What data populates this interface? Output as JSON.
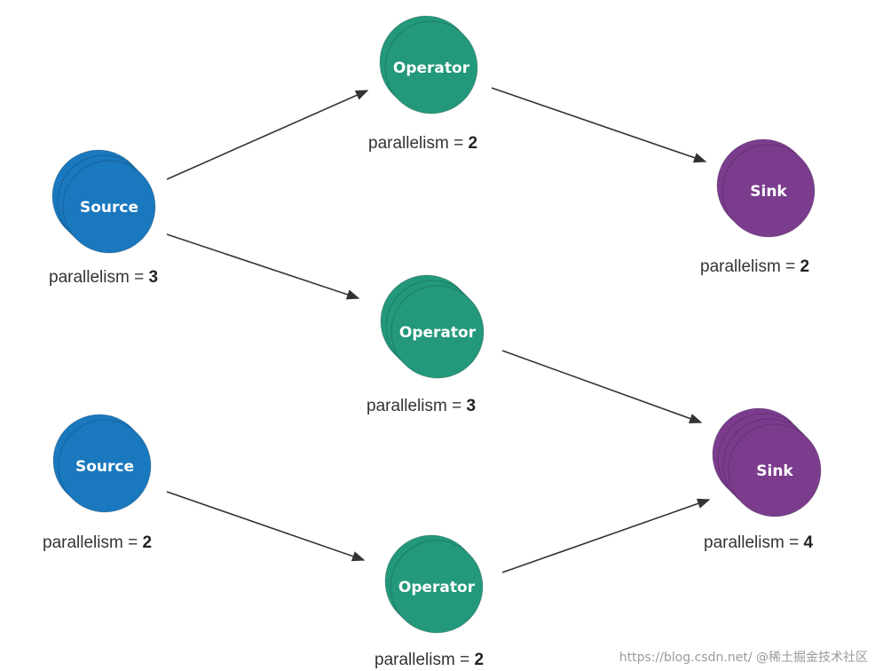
{
  "colors": {
    "source": "#1a78be",
    "operator": "#23987a",
    "sink": "#7b3c8e",
    "arrow": "#333333"
  },
  "nodes": [
    {
      "id": "source-1",
      "kind": "source",
      "label": "Source",
      "parallelism_text": "parallelism = ",
      "parallelism": "3"
    },
    {
      "id": "operator-1",
      "kind": "operator",
      "label": "Operator",
      "parallelism_text": "parallelism = ",
      "parallelism": "2"
    },
    {
      "id": "operator-2",
      "kind": "operator",
      "label": "Operator",
      "parallelism_text": "parallelism = ",
      "parallelism": "3"
    },
    {
      "id": "sink-1",
      "kind": "sink",
      "label": "Sink",
      "parallelism_text": "parallelism = ",
      "parallelism": "2"
    },
    {
      "id": "source-2",
      "kind": "source",
      "label": "Source",
      "parallelism_text": "parallelism = ",
      "parallelism": "2"
    },
    {
      "id": "operator-3",
      "kind": "operator",
      "label": "Operator",
      "parallelism_text": "parallelism = ",
      "parallelism": "2"
    },
    {
      "id": "sink-2",
      "kind": "sink",
      "label": "Sink",
      "parallelism_text": "parallelism = ",
      "parallelism": "4"
    }
  ],
  "edges": [
    {
      "from": "source-1",
      "to": "operator-1"
    },
    {
      "from": "source-1",
      "to": "operator-2"
    },
    {
      "from": "operator-1",
      "to": "sink-1"
    },
    {
      "from": "operator-2",
      "to": "sink-2"
    },
    {
      "from": "source-2",
      "to": "operator-3"
    },
    {
      "from": "operator-3",
      "to": "sink-2"
    }
  ],
  "watermark": "https://blog.csdn.net/  @稀土掘金技术社区"
}
